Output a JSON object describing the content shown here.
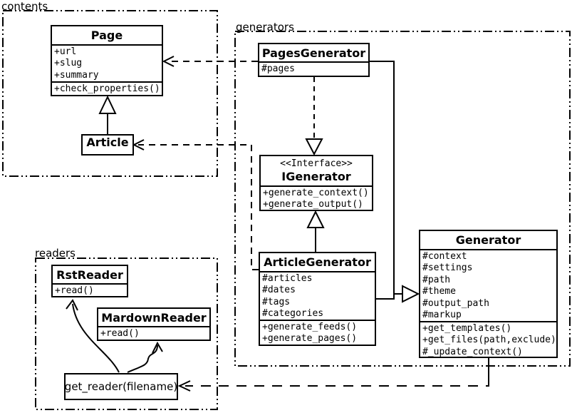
{
  "packages": {
    "contents": {
      "label": "contents"
    },
    "generators": {
      "label": "generators"
    },
    "readers": {
      "label": "readers"
    }
  },
  "classes": {
    "page": {
      "name": "Page",
      "attributes": [
        "+url",
        "+slug",
        "+summary"
      ],
      "methods": [
        "+check_properties()"
      ]
    },
    "article": {
      "name": "Article"
    },
    "pages_generator": {
      "name": "PagesGenerator",
      "attributes": [
        "#pages"
      ]
    },
    "igenerator": {
      "stereotype": "<<Interface>>",
      "name": "IGenerator",
      "methods": [
        "+generate_context()",
        "+generate_output()"
      ]
    },
    "article_generator": {
      "name": "ArticleGenerator",
      "attributes": [
        "#articles",
        "#dates",
        "#tags",
        "#categories"
      ],
      "methods": [
        "+generate_feeds()",
        "+generate_pages()"
      ]
    },
    "generator": {
      "name": "Generator",
      "attributes": [
        "#context",
        "#settings",
        "#path",
        "#theme",
        "#output_path",
        "#markup"
      ],
      "methods": [
        "+get_templates()",
        "+get_files(path,exclude)",
        "#_update_context()"
      ]
    },
    "rst_reader": {
      "name": "RstReader",
      "methods": [
        "+read()"
      ]
    },
    "markdown_reader": {
      "name": "MardownReader",
      "methods": [
        "+read()"
      ]
    },
    "get_reader": {
      "label": "get_reader(filename)"
    }
  },
  "relationships": [
    "Article --|> Page (generalization)",
    "PagesGenerator ..> Page (dependency)",
    "ArticleGenerator ..> Article (dependency)",
    "PagesGenerator ..|> IGenerator (realization)",
    "ArticleGenerator --|> IGenerator (generalization)",
    "PagesGenerator --|> Generator (generalization)",
    "ArticleGenerator --|> Generator (generalization)",
    "Generator ..> get_reader(filename) (dependency)",
    "get_reader(filename) -> RstReader",
    "get_reader(filename) -> MardownReader"
  ],
  "colors": {
    "line": "#000000",
    "background": "#ffffff",
    "box_fill": "#ffffff"
  }
}
